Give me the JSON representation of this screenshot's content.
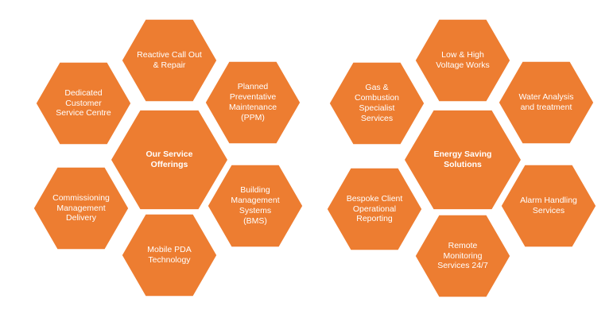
{
  "colors": {
    "hexagon_fill": "#ED7D31",
    "hexagon_stroke": "#ffffff",
    "label_text": "#ffffff"
  },
  "clusters": [
    {
      "center": {
        "label": "Our Service\nOfferings"
      },
      "items": [
        {
          "label": "Reactive Call Out\n& Repair"
        },
        {
          "label": "Planned\nPreventative\nMaintenance\n(PPM)"
        },
        {
          "label": "Building\nManagement\nSystems\n(BMS)"
        },
        {
          "label": "Mobile PDA\nTechnology"
        },
        {
          "label": "Commissioning\nManagement\nDelivery"
        },
        {
          "label": "Dedicated\nCustomer\nService Centre"
        }
      ]
    },
    {
      "center": {
        "label": "Energy Saving\nSolutions"
      },
      "items": [
        {
          "label": "Low & High\nVoltage Works"
        },
        {
          "label": "Water Analysis\nand treatment"
        },
        {
          "label": "Alarm Handling\nServices"
        },
        {
          "label": "Remote\nMonitoring\nServices 24/7"
        },
        {
          "label": "Bespoke Client\nOperational\nReporting"
        },
        {
          "label": "Gas &\nCombustion\nSpecialist\nServices"
        }
      ]
    }
  ]
}
